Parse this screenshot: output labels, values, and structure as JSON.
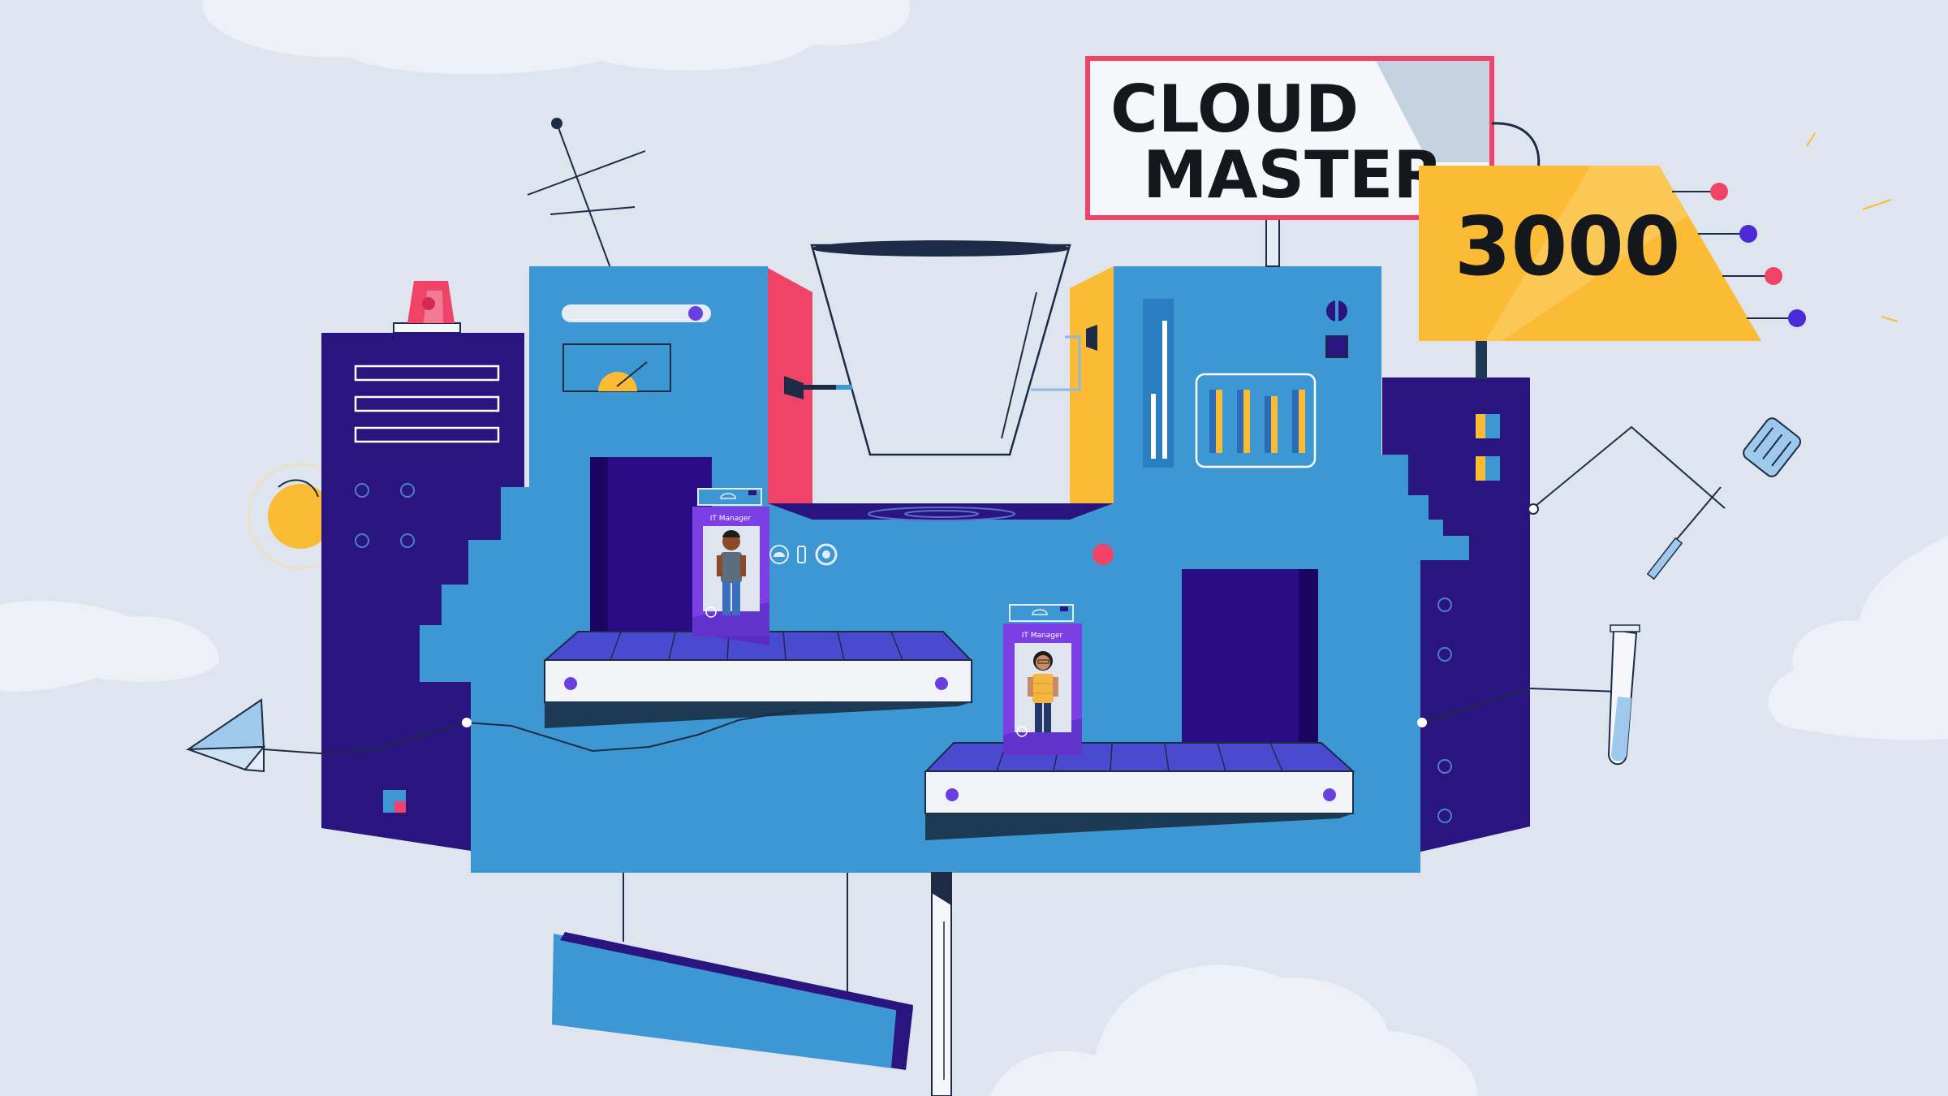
{
  "sign": {
    "line1": "CLOUD",
    "line2": "MASTER",
    "number": "3000"
  },
  "badges": {
    "left_label": "IT Manager",
    "right_label": "IT Manager"
  },
  "colors": {
    "background": "#dfe5ee",
    "machine_blue": "#3d97d3",
    "machine_navy": "#2a1580",
    "accent_red": "#ef4467",
    "accent_yellow": "#fbbb34",
    "badge_purple": "#7b3fe4"
  }
}
